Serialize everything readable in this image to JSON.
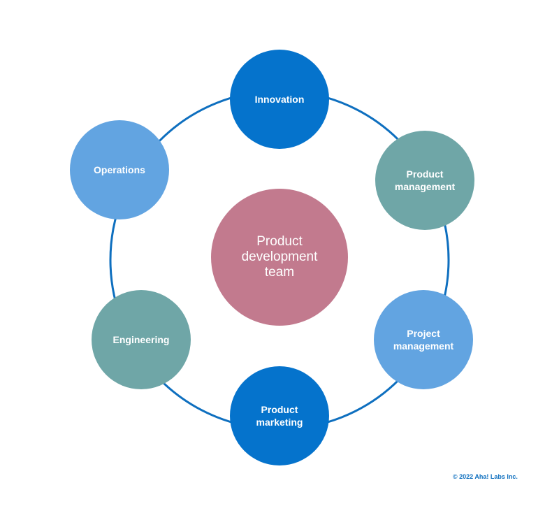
{
  "diagram": {
    "center": {
      "label": "Product development team",
      "color": "#c27a8e"
    },
    "nodes": [
      {
        "label": "Innovation",
        "color": "#0573cc"
      },
      {
        "label": "Product management",
        "color": "#6fa6a7"
      },
      {
        "label": "Project management",
        "color": "#62a4e1"
      },
      {
        "label": "Product marketing",
        "color": "#0573cc"
      },
      {
        "label": "Engineering",
        "color": "#6fa6a7"
      },
      {
        "label": "Operations",
        "color": "#62a4e1"
      }
    ],
    "ring_color": "#0e6fbf"
  },
  "footer": {
    "copyright": "© 2022 Aha! Labs Inc.",
    "color": "#0e6fbf"
  }
}
